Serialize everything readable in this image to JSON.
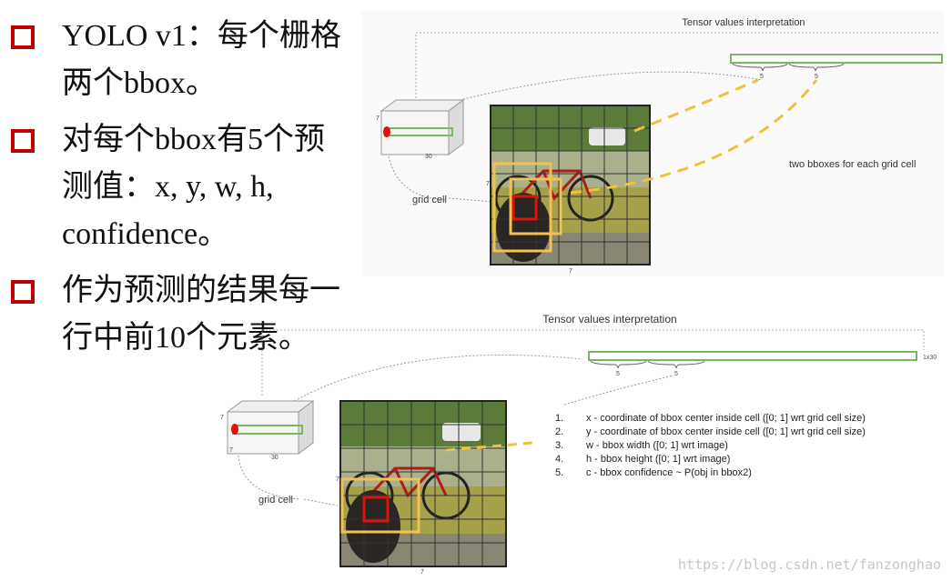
{
  "bullets": [
    {
      "text": "YOLO v1：每个栅格两个bbox。"
    },
    {
      "text": "对每个bbox有5个预测值：x, y, w, h, confidence。"
    },
    {
      "text": "作为预测的结果每一行中前10个元素。"
    }
  ],
  "top_diagram": {
    "title": "Tensor values interpretation",
    "cube_dims": [
      "7",
      "30"
    ],
    "brace_labels": [
      "5",
      "5"
    ],
    "annotation": "two bboxes for each grid cell",
    "grid_cell_label": "grid cell",
    "grid_dims": [
      "7",
      "7"
    ]
  },
  "bottom_diagram": {
    "title": "Tensor values interpretation",
    "vector_label": "1x30",
    "cube_dims": [
      "7",
      "7",
      "30"
    ],
    "brace_labels": [
      "5",
      "5"
    ],
    "grid_cell_label": "grid cell",
    "grid_dims": [
      "7",
      "7"
    ],
    "list": [
      {
        "num": "1.",
        "text": "x - coordinate of bbox center inside cell ([0; 1] wrt grid cell size)"
      },
      {
        "num": "2.",
        "text": "y - coordinate of bbox center inside cell ([0; 1] wrt grid cell size)"
      },
      {
        "num": "3.",
        "text": "w - bbox width ([0; 1] wrt image)"
      },
      {
        "num": "4.",
        "text": "h - bbox height ([0; 1] wrt image)"
      },
      {
        "num": "5.",
        "text": "c - bbox confidence ~ P(obj in bbox2)"
      }
    ]
  },
  "watermark": "https://blog.csdn.net/fanzonghao",
  "colors": {
    "bullet_box": "#c00000",
    "dash_yellow": "#f0c23c",
    "vector_green": "#79b860",
    "cell_red": "#e01010",
    "bbox_yellow": "#f2c14e"
  }
}
